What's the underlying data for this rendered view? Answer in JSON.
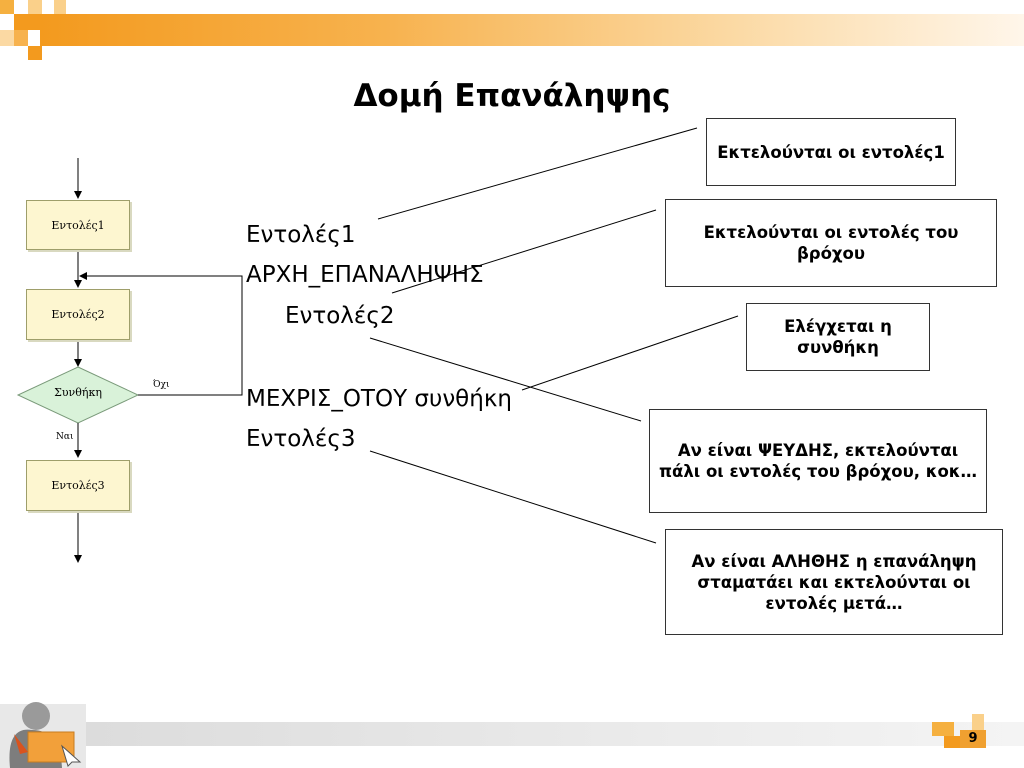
{
  "slide": {
    "title": "Δομή Επανάληψης",
    "page_number": "9"
  },
  "pseudocode": [
    "Εντολές1",
    "ΑΡΧΗ_ΕΠΑΝΑΛΗΨΗΣ",
    "Εντολές2",
    "ΜΕΧΡΙΣ_ΟΤΟΥ συνθήκη",
    "Εντολές3"
  ],
  "callouts": [
    "Εκτελούνται οι εντολές1",
    "Εκτελούνται οι εντολές του βρόχου",
    "Ελέγχεται η συνθήκη",
    "Αν είναι ΨΕΥΔΗΣ, εκτελούνται πάλι οι εντολές του βρόχου, κοκ…",
    "Αν είναι ΑΛΗΘΗΣ η επανάληψη σταματάει και εκτελούνται οι εντολές μετά…"
  ],
  "flowchart": {
    "box1": "Εντολές1",
    "box2": "Εντολές2",
    "condition": "Συνθήκη",
    "no_label": "Όχι",
    "yes_label": "Ναι",
    "box3": "Εντολές3"
  },
  "colors": {
    "accent_orange": "#f39a1e",
    "flowchart_box_fill": "#fdf6d0",
    "diamond_fill": "#d9f2d9"
  }
}
